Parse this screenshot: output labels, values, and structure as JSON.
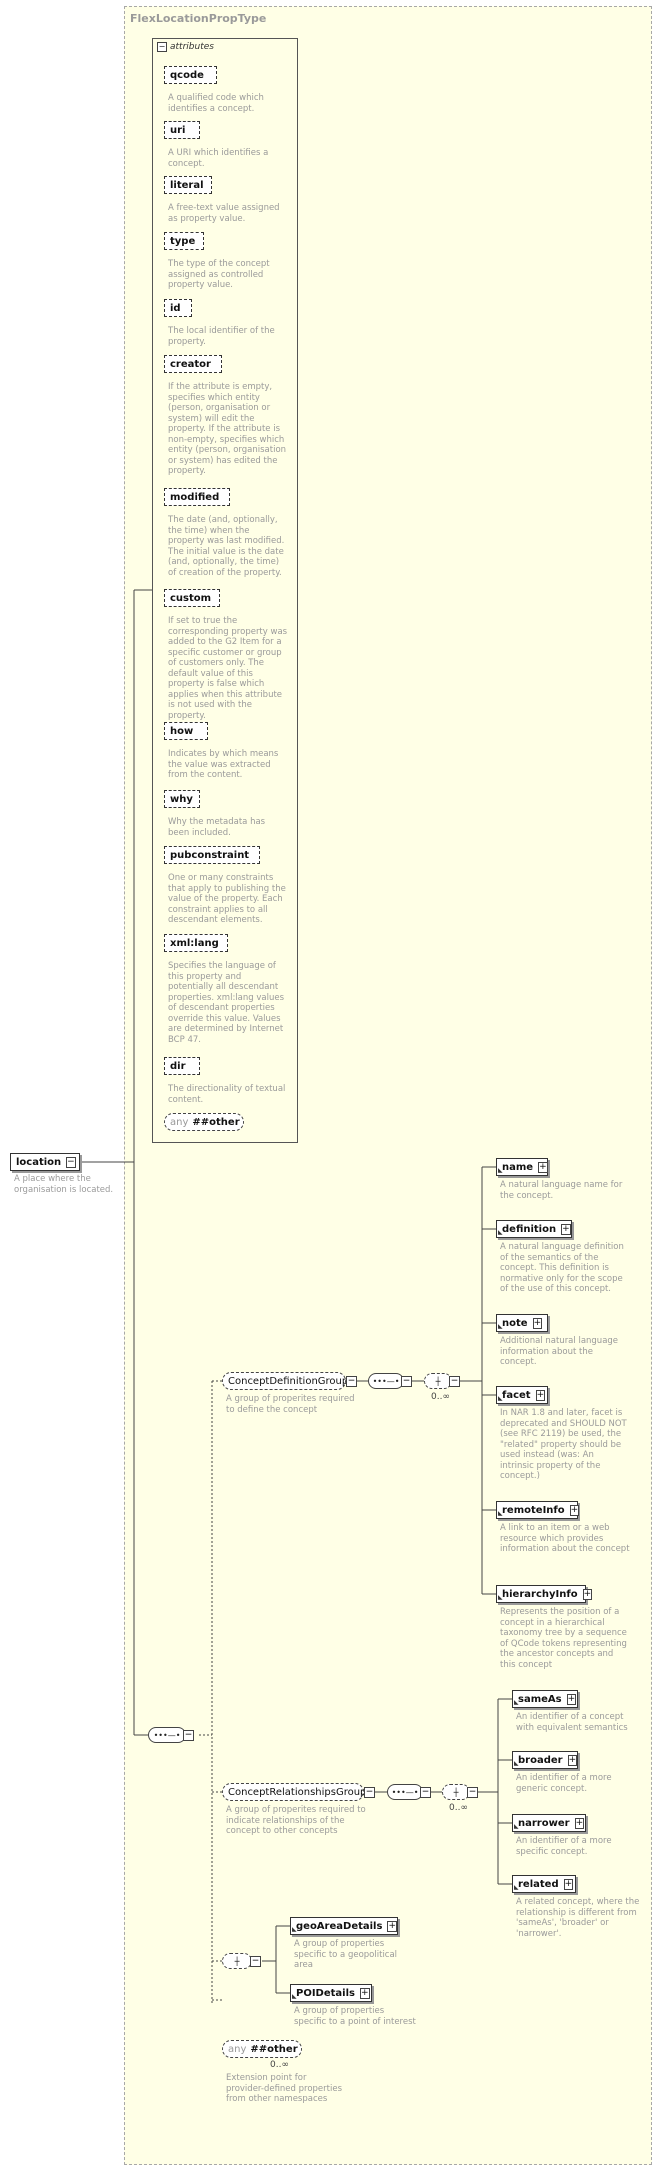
{
  "diagram": {
    "type_name": "FlexLocationPropType",
    "root": {
      "name": "location",
      "description": "A place where the organisation is located."
    },
    "attributes_label": "attributes",
    "attributes": [
      {
        "name": "qcode",
        "description": "A qualified code which identifies a concept."
      },
      {
        "name": "uri",
        "description": "A URI which identifies a concept."
      },
      {
        "name": "literal",
        "description": "A free-text value assigned as property value."
      },
      {
        "name": "type",
        "description": "The type of the concept assigned as controlled property value."
      },
      {
        "name": "id",
        "description": "The local identifier of the property."
      },
      {
        "name": "creator",
        "description": "If the attribute is empty, specifies which entity (person, organisation or system) will edit the property. If the attribute is non-empty, specifies which entity (person, organisation or system) has edited the property."
      },
      {
        "name": "modified",
        "description": "The date (and, optionally, the time) when the property was last modified. The initial value is the date (and, optionally, the time) of creation of the property."
      },
      {
        "name": "custom",
        "description": "If set to true the corresponding property was added to the G2 Item for a specific customer or group of customers only. The default value of this property is false which applies when this attribute is not used with the property."
      },
      {
        "name": "how",
        "description": "Indicates by which means the value was extracted from the content."
      },
      {
        "name": "why",
        "description": "Why the metadata has been included."
      },
      {
        "name": "pubconstraint",
        "description": "One or many constraints that apply to publishing the value of the property. Each constraint applies to all descendant elements."
      },
      {
        "name": "xml:lang",
        "description": "Specifies the language of this property and potentially all descendant properties. xml:lang values of descendant properties override this value. Values are determined by Internet BCP 47."
      },
      {
        "name": "dir",
        "description": "The directionality of textual content."
      }
    ],
    "any_attribute": {
      "prefix": "any",
      "label": "##other"
    },
    "groups": {
      "definition": {
        "name": "ConceptDefinitionGroup",
        "description": "A group of properites required to define the concept",
        "cardinality": "0..∞",
        "elements": [
          {
            "name": "name",
            "description": "A natural language name for the concept."
          },
          {
            "name": "definition",
            "description": "A natural language definition of the semantics of the concept. This definition is normative only for the scope of the use of this concept."
          },
          {
            "name": "note",
            "description": "Additional natural language information about the concept."
          },
          {
            "name": "facet",
            "description": "In NAR 1.8 and later, facet is deprecated and SHOULD NOT (see RFC 2119) be used, the \"related\" property should be used instead (was: An intrinsic property of the concept.)"
          },
          {
            "name": "remoteInfo",
            "description": "A link to an item or a web resource which provides information about the concept"
          },
          {
            "name": "hierarchyInfo",
            "description": "Represents the position of a concept in a hierarchical taxonomy tree by a sequence of QCode tokens representing the ancestor concepts and this concept"
          }
        ]
      },
      "relationships": {
        "name": "ConceptRelationshipsGroup",
        "description": "A group of properites required to indicate relationships of the concept to other concepts",
        "cardinality": "0..∞",
        "elements": [
          {
            "name": "sameAs",
            "description": "An identifier of a concept with equivalent semantics"
          },
          {
            "name": "broader",
            "description": "An identifier of a more generic concept."
          },
          {
            "name": "narrower",
            "description": "An identifier of a more specific concept."
          },
          {
            "name": "related",
            "description": "A related concept, where the relationship is different from 'sameAs', 'broader' or 'narrower'."
          }
        ]
      },
      "choice_elements": [
        {
          "name": "geoAreaDetails",
          "description": "A group of properties specific to a geopolitical area"
        },
        {
          "name": "POIDetails",
          "description": "A group of properties specific to a point of interest"
        }
      ],
      "any_element": {
        "prefix": "any",
        "label": "##other",
        "cardinality": "0..∞",
        "description": "Extension point for provider-defined properties from other namespaces"
      }
    }
  }
}
